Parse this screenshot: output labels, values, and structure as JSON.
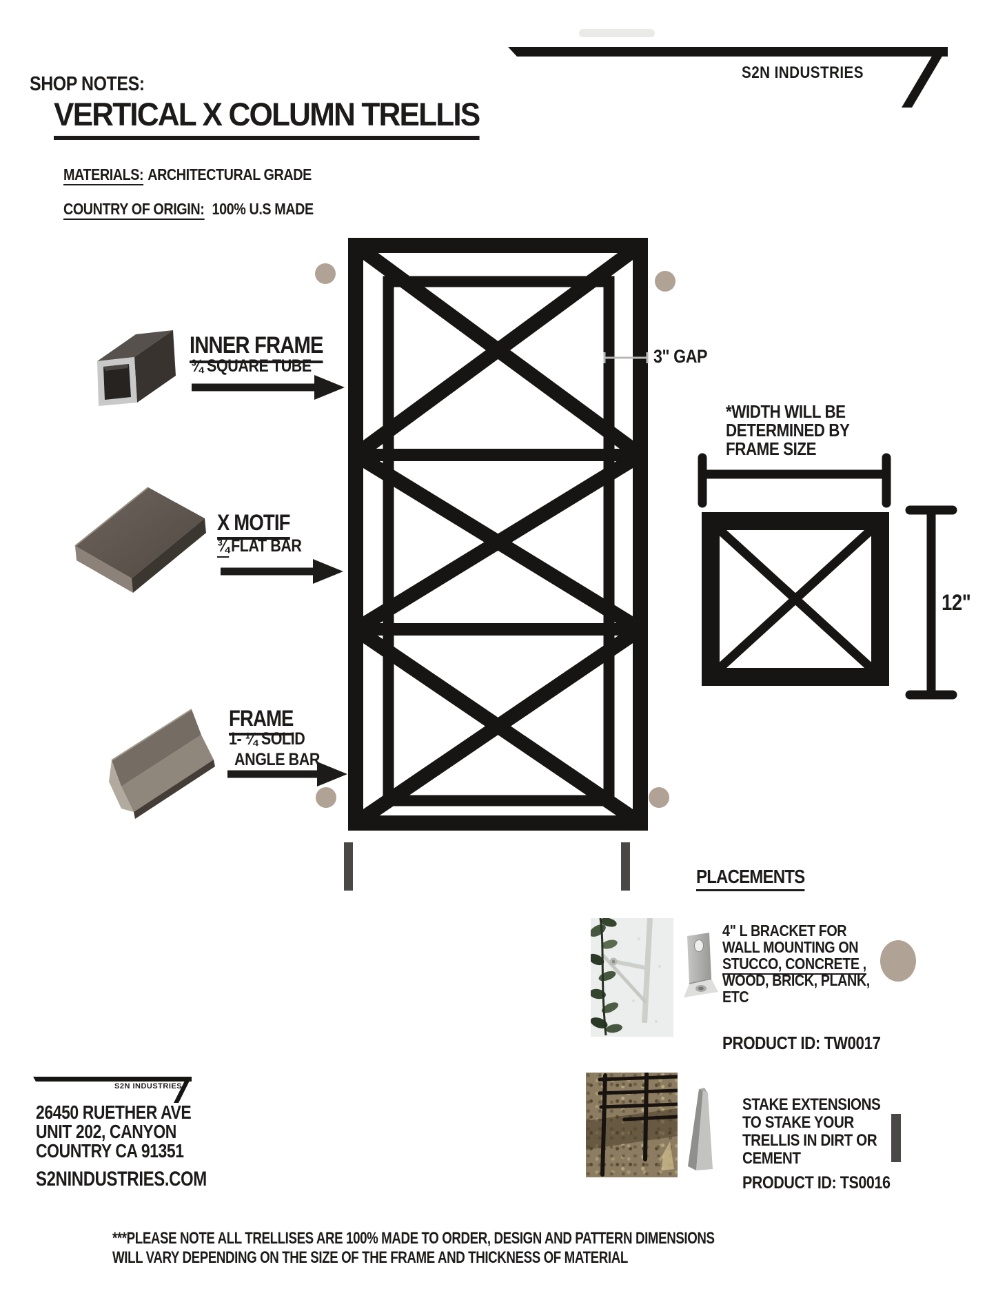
{
  "colors": {
    "ink": "#1d1b1a",
    "tan_circle": "#b0a294",
    "stake_gray": "#4a4846",
    "dim_line_gray": "#b9b9b9"
  },
  "brand": {
    "name": "S2N INDUSTRIES",
    "website": "S2NINDUSTRIES.COM",
    "address_lines": [
      "26450 RUETHER AVE",
      "UNIT 202, CANYON",
      "COUNTRY CA 91351"
    ]
  },
  "header": {
    "shop_notes": "SHOP NOTES:",
    "title": "VERTICAL X COLUMN TRELLIS",
    "materials_label": "MATERIALS:",
    "materials_value": "ARCHITECTURAL GRADE",
    "origin_label": "COUNTRY OF ORIGIN:",
    "origin_value": "100% U.S MADE"
  },
  "callouts": {
    "inner_frame": {
      "title": "INNER FRAME",
      "spec": "¾ SQUARE TUBE"
    },
    "x_motif": {
      "title": "X MOTIF",
      "spec_fraction": "¾",
      "spec": "FLAT BAR"
    },
    "frame": {
      "title": "FRAME",
      "spec_line1": "1- ¼ SOLID",
      "spec_line2": "ANGLE BAR"
    }
  },
  "diagram": {
    "gap_label": "3\" GAP",
    "width_note_lines": [
      "*WIDTH WILL BE",
      "DETERMINED BY",
      "FRAME SIZE"
    ],
    "height_label": "12\""
  },
  "placements": {
    "heading": "PLACEMENTS",
    "wall_bracket": {
      "desc_lines": [
        "4\" L BRACKET FOR",
        "WALL MOUNTING ON",
        "STUCCO, CONCRETE ,",
        "WOOD, BRICK, PLANK,",
        "ETC"
      ],
      "product_id": "PRODUCT ID: TW0017"
    },
    "stake": {
      "desc_lines": [
        "STAKE EXTENSIONS",
        "TO STAKE YOUR",
        "TRELLIS IN DIRT OR",
        "CEMENT"
      ],
      "product_id": "PRODUCT ID: TS0016"
    }
  },
  "footer_note_lines": [
    "***PLEASE NOTE ALL TRELLISES ARE 100% MADE TO ORDER, DESIGN AND PATTERN DIMENSIONS",
    "WILL VARY DEPENDING ON THE SIZE OF THE FRAME AND THICKNESS OF MATERIAL"
  ]
}
